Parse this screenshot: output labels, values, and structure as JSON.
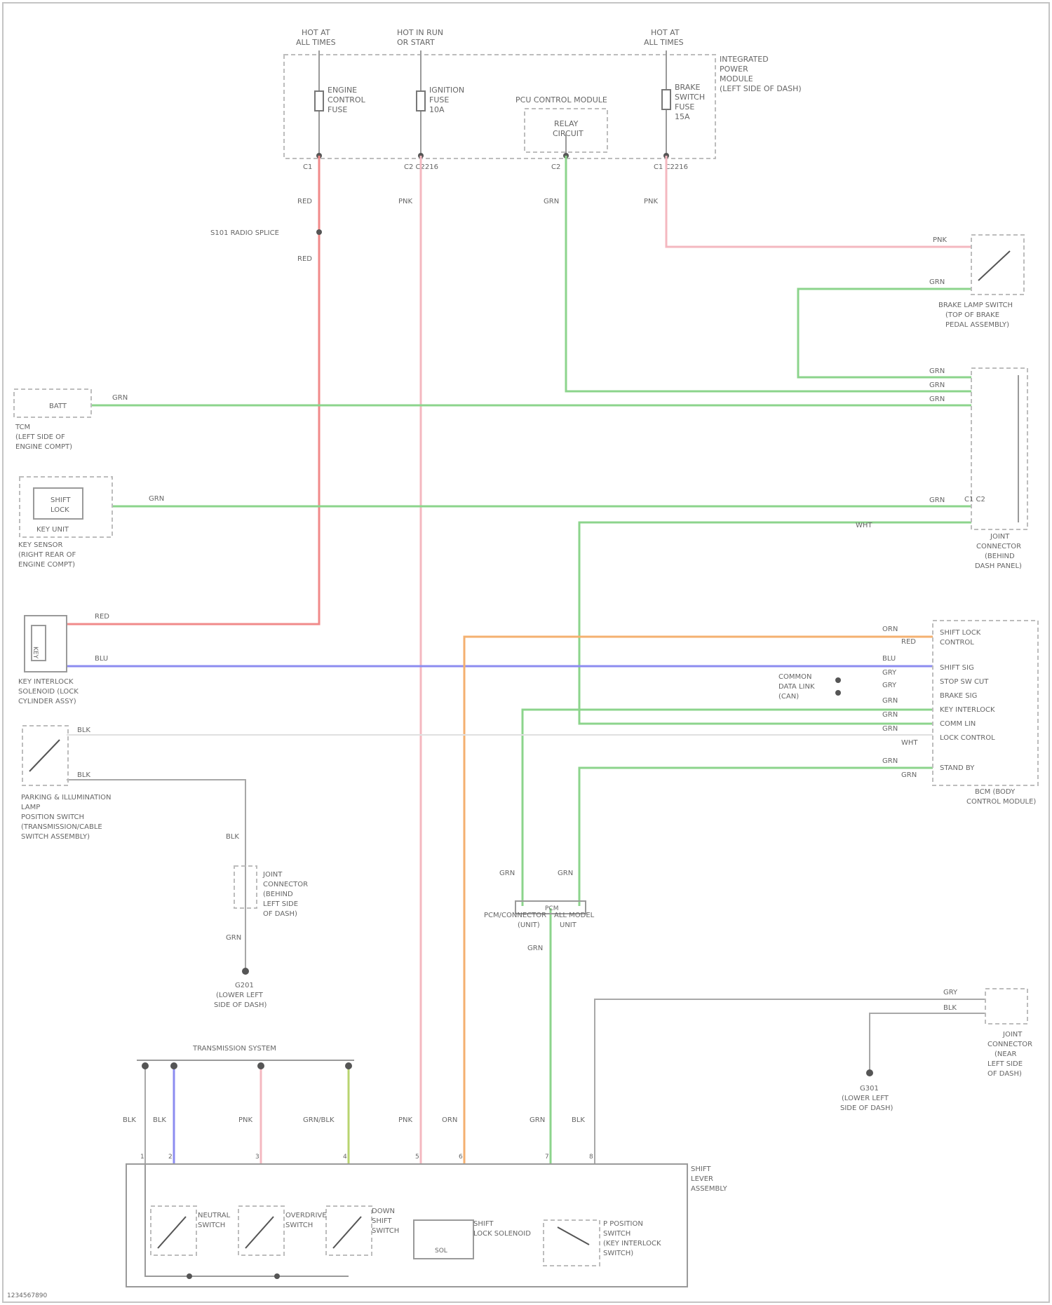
{
  "fuse_box": {
    "fuse1_top": "HOT AT",
    "fuse1_bottom": "ALL TIMES",
    "fuse2_top": "HOT IN RUN",
    "fuse2_bottom": "OR START",
    "fuse3_top": "HOT AT",
    "fuse3_bottom": "ALL TIMES",
    "fuse1_label": [
      "ENGINE",
      "CONTROL",
      "FUSE"
    ],
    "fuse2_label": [
      "IGNITION",
      "FUSE",
      "10A"
    ],
    "fuse3_label": [
      "BRAKE",
      "SWITCH",
      "FUSE",
      "15A"
    ],
    "control_module": "PCU CONTROL MODULE",
    "control_box": [
      "RELAY",
      "CIRCUIT"
    ],
    "title": [
      "INTEGRATED",
      "POWER",
      "MODULE",
      "(LEFT SIDE OF DASH)"
    ],
    "pin_labels": [
      "C1",
      "C2 C2216",
      "C2",
      "C1 C2216"
    ]
  },
  "wire_labels": {
    "red_top": "RED",
    "red_mid": "RED",
    "pink_top": "PNK",
    "green_top": "GRN",
    "pink_right": "PNK",
    "splice": "S101 RADIO SPLICE",
    "pnk_sw": "PNK",
    "grn_sw": "GRN",
    "grn1": "GRN",
    "grn2": "GRN",
    "grn3": "GRN",
    "grn_left": "GRN",
    "grn_lower": "GRN",
    "grn_bottom": "GRN",
    "gry_bottom": "GRY",
    "orn": "ORN",
    "blu": "BLU",
    "red_left": "RED",
    "blk1": "BLK",
    "blk2": "BLK",
    "wht": "WHT",
    "grn_tcm1": "GRN",
    "grn_tcm2": "GRN",
    "grn_tcm3": "GRN",
    "grn_tcm4": "GRN",
    "grn_tcm5": "GRN",
    "blk_right": "BLK",
    "blk_tcm": "BLK"
  },
  "components": {
    "brake_switch": [
      "BRAKE LAMP SWITCH",
      "(TOP OF BRAKE",
      "PEDAL ASSEMBLY)"
    ],
    "connector_right": [
      "JOINT",
      "CONNECTOR",
      "(BEHIND",
      "DASH PANEL)"
    ],
    "conn_c2": "C1  C2",
    "left_module1": [
      "TCM",
      "(LEFT SIDE OF",
      "ENGINE COMPT)"
    ],
    "left_module1_box": "BATT",
    "left_module2": [
      "KEY SENSOR",
      "(RIGHT REAR OF",
      "ENGINE COMPT)"
    ],
    "left_module2_box": [
      "SHIFT",
      "LOCK"
    ],
    "left_module2_sub": "KEY UNIT",
    "left_module3": [
      "KEY INTERLOCK",
      "SOLENOID (LOCK",
      "CYLINDER ASSY)"
    ],
    "left_module3_box": "KEY",
    "switch4": [
      "PARKING & ILLUMINATION",
      "LAMP",
      "POSITION SWITCH",
      "(TRANSMISSION/CABLE",
      "SWITCH ASSEMBLY)"
    ],
    "ground_connector": [
      "JOINT",
      "CONNECTOR",
      "(BEHIND",
      "LEFT SIDE",
      "OF DASH)"
    ],
    "ground1": [
      "G201",
      "(LOWER LEFT",
      "SIDE OF DASH)"
    ],
    "ecm_title": [
      "BCM (BODY",
      "CONTROL MODULE)"
    ],
    "ecm_pins": [
      "SHIFT LOCK",
      "CONTROL",
      "SHIFT SIG",
      "STOP SW CUT",
      "BRAKE SIG",
      "KEY INTERLOCK",
      "COMM LIN",
      "LOCK CONTROL",
      "STAND BY"
    ],
    "ecm_small": [
      "COMMON",
      "DATA LINK",
      "(CAN)"
    ],
    "ecm_wire_labels": [
      "ORN",
      "RED",
      "BLU",
      "GRY",
      "GRY",
      "GRN",
      "GRN",
      "GRN",
      "WHT",
      "GRN",
      "GRN"
    ],
    "jbox_bottom": [
      "PCM/CONNECTOR",
      "(UNIT)",
      "ALL MODEL",
      "UNIT"
    ],
    "jbox_small": "PCM",
    "right_ground_conn": [
      "JOINT",
      "CONNECTOR",
      "(NEAR",
      "LEFT SIDE",
      "OF DASH)"
    ],
    "ground2": [
      "G301",
      "(LOWER LEFT",
      "SIDE OF DASH)"
    ],
    "trans_range": "TRANSMISSION SYSTEM",
    "range_wire_labels": [
      "BLK",
      "BLK",
      "PNK",
      "GRN/BLK",
      "PNK",
      "ORN",
      "GRN",
      "BLK"
    ],
    "shift_switch_box": [
      "SHIFT",
      "LOCK",
      "SWITCH"
    ],
    "sw_labels": [
      "NEUTRAL",
      "SWITCH",
      "OVERDRIVE",
      "SWITCH",
      "DOWN",
      "SHIFT",
      "SWITCH"
    ],
    "solenoid_label": [
      "SHIFT",
      "LOCK SOLENOID"
    ],
    "solenoid_box": "SOL",
    "park_sw_label": [
      "P POSITION",
      "SWITCH",
      "(KEY INTERLOCK",
      "SWITCH)"
    ],
    "selector_title": [
      "SHIFT",
      "LEVER",
      "ASSEMBLY"
    ],
    "pin_nums_bottom": [
      "1",
      "2",
      "3",
      "4",
      "5",
      "6",
      "7",
      "8"
    ]
  },
  "footer": "1234567890"
}
